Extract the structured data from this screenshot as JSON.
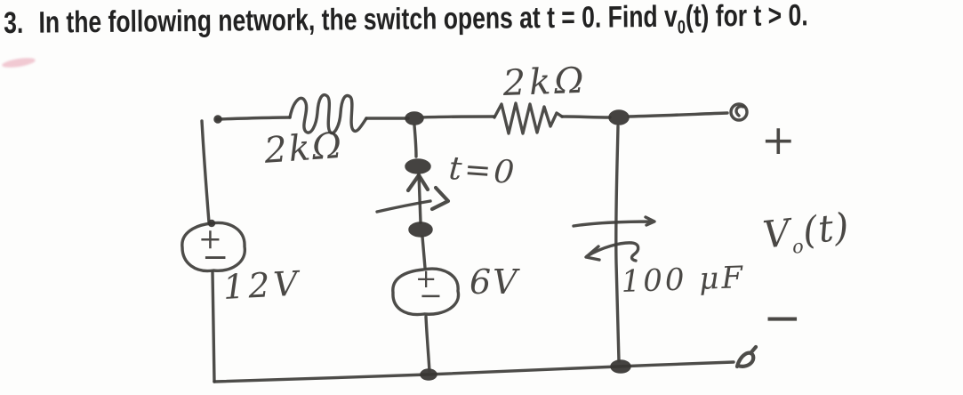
{
  "problem": {
    "number": "3.",
    "statement_pre": "In the following network, the switch opens at t = 0. Find v",
    "statement_sub": "0",
    "statement_post": "(t) for t > 0."
  },
  "circuit": {
    "ink_color": "#403e3b",
    "left_resistor_label": "2kΩ",
    "top_resistor_label": "2kΩ",
    "switch_label": "t=0",
    "left_source": {
      "plus": "+",
      "minus": "−",
      "value": "12V"
    },
    "mid_source": {
      "plus": "+",
      "minus": "−",
      "value": "6V"
    },
    "capacitor_label": "100 μF",
    "output": {
      "plus": "+",
      "v": "V",
      "sub": "o",
      "t": "(t)",
      "minus": "−"
    }
  }
}
